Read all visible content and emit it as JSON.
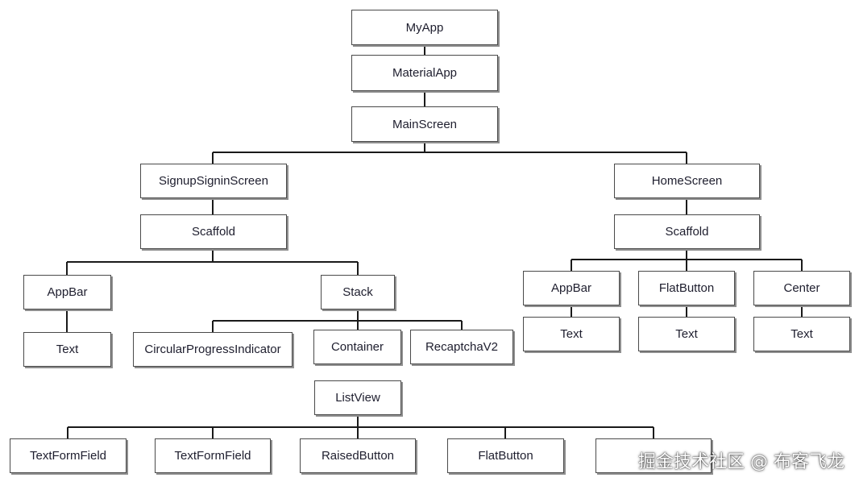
{
  "nodes": {
    "myapp": "MyApp",
    "materialapp": "MaterialApp",
    "mainscreen": "MainScreen",
    "signup": "SignupSigninScreen",
    "home": "HomeScreen",
    "scaffold_left": "Scaffold",
    "scaffold_right": "Scaffold",
    "appbar_left": "AppBar",
    "text_left": "Text",
    "stack": "Stack",
    "circular": "CircularProgressIndicator",
    "container": "Container",
    "recaptcha": "RecaptchaV2",
    "listview": "ListView",
    "tff1": "TextFormField",
    "tff2": "TextFormField",
    "raised": "RaisedButton",
    "flat_bottom": "FlatButton",
    "empty_bottom": "",
    "appbar_right": "AppBar",
    "flat_right": "FlatButton",
    "center": "Center",
    "text_r1": "Text",
    "text_r2": "Text",
    "text_r3": "Text"
  },
  "watermark": "掘金技术社区 @ 布客飞龙",
  "colors": {
    "line": "#1a1a1a",
    "border": "#4a4a4a",
    "text": "#1e1e2e"
  }
}
